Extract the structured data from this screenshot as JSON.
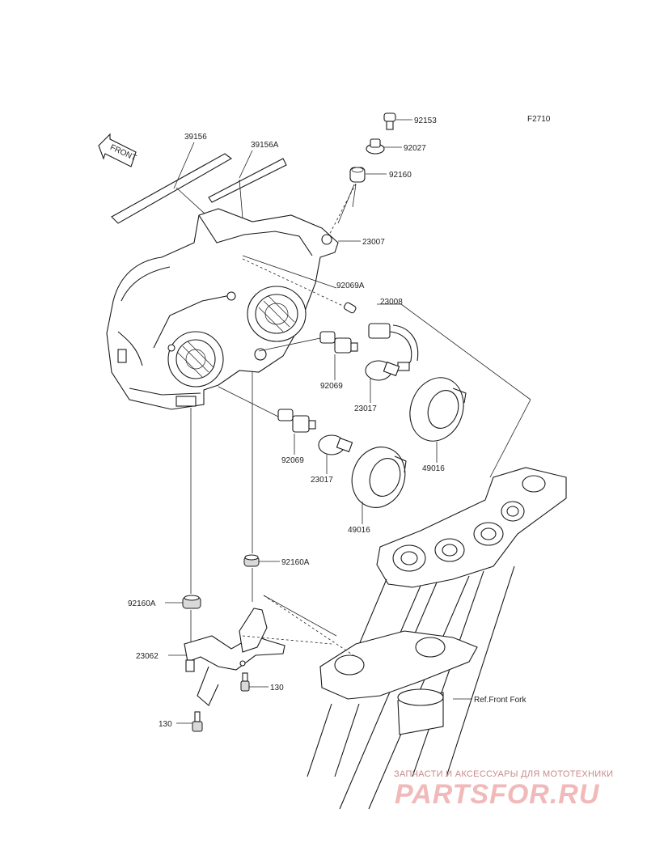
{
  "figure_code": "F2710",
  "front_arrow_label": "FRONT",
  "labels": {
    "p39156": "39156",
    "p39156A": "39156A",
    "p92153": "92153",
    "p92027": "92027",
    "p92160": "92160",
    "p23007": "23007",
    "p92069A": "92069A",
    "p23008": "23008",
    "p92069_top": "92069",
    "p23017_top": "23017",
    "p49016_right": "49016",
    "p92069_low": "92069",
    "p23017_low": "23017",
    "p49016_left": "49016",
    "p92160A_right": "92160A",
    "p92160A_left": "92160A",
    "p23062": "23062",
    "p130_right": "130",
    "p130_left": "130",
    "ref_front_fork": "Ref.Front Fork"
  },
  "watermark": {
    "tagline": "ЗАПЧАСТИ И АКСЕССУАРЫ ДЛЯ МОТОТЕХНИКИ",
    "logo": "PARTSFOR.RU"
  }
}
